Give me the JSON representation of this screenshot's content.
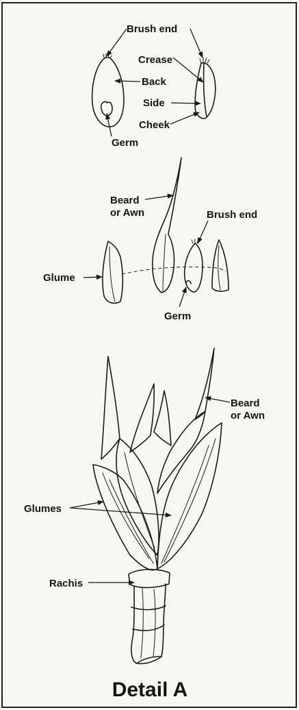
{
  "diagram": {
    "title": "Detail A",
    "kernel_labels": {
      "brush_end": "Brush end",
      "crease": "Crease",
      "back": "Back",
      "side": "Side",
      "cheek": "Cheek",
      "germ": "Germ"
    },
    "spikelet_labels": {
      "beard_line1": "Beard",
      "beard_line2": "or Awn",
      "brush_end": "Brush end",
      "glume": "Glume",
      "germ": "Germ"
    },
    "head_labels": {
      "beard_line1": "Beard",
      "beard_line2": "or Awn",
      "glumes": "Glumes",
      "rachis": "Rachis"
    }
  }
}
